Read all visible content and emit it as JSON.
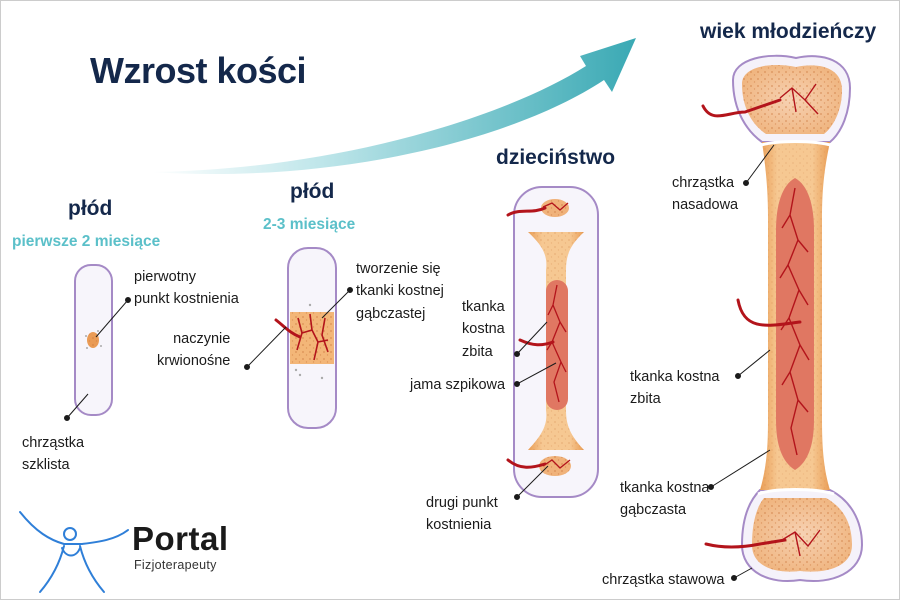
{
  "title": "Wzrost kości",
  "colors": {
    "title": "#14284b",
    "subtitle": "#5bc0c9",
    "arrow": "#3aa9b4",
    "cartilage": "#f5f2fa",
    "cartilage_outline": "#9e86c2",
    "bone": "#f2c898",
    "bone_dark": "#e9a15a",
    "marrow": "#e07762",
    "vessel": "#b3141b"
  },
  "stages": [
    {
      "heading": "płód",
      "subheading": "pierwsze 2 miesiące",
      "labels": [
        "pierwotny\npunkt kostnienia",
        "naczynie\nkrwionośne",
        "chrząstka\nszklista"
      ]
    },
    {
      "heading": "płód",
      "subheading": "2-3 miesiące",
      "labels": [
        "tworzenie się\ntkanki kostnej\ngąbczastej"
      ]
    },
    {
      "heading": "dzieciństwo",
      "labels": [
        "tkanka\nkostna\nzbita",
        "jama szpikowa",
        "drugi punkt\nkostnienia"
      ]
    },
    {
      "heading": "wiek młodzieńczy",
      "labels": [
        "chrząstka\nnasadowa",
        "tkanka kostna\nzbita",
        "tkanka kostna\ngąbczasta",
        "chrząstka stawowa"
      ]
    }
  ],
  "logo": {
    "name": "Portal",
    "tagline": "Fizjoterapeuty",
    "icon": "person-stretching-icon"
  }
}
